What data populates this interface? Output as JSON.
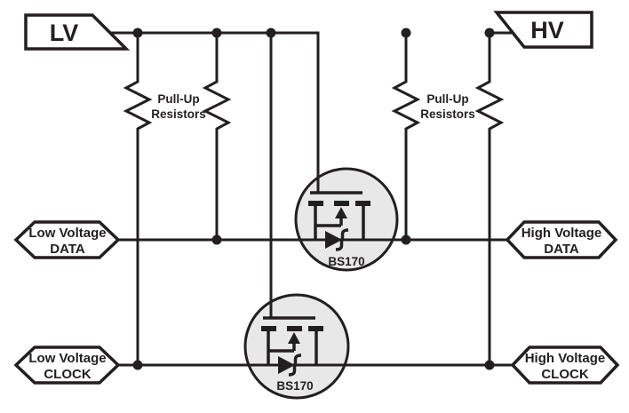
{
  "diagram": {
    "rails": {
      "lv": "LV",
      "hv": "HV"
    },
    "pull_up_label": {
      "line1": "Pull-Up",
      "line2": "Resistors"
    },
    "mosfet_top": {
      "part": "BS170"
    },
    "mosfet_bottom": {
      "part": "BS170"
    },
    "ports": {
      "lv_data": {
        "line1": "Low Voltage",
        "line2": "DATA"
      },
      "lv_clock": {
        "line1": "Low Voltage",
        "line2": "CLOCK"
      },
      "hv_data": {
        "line1": "High Voltage",
        "line2": "DATA"
      },
      "hv_clock": {
        "line1": "High Voltage",
        "line2": "CLOCK"
      }
    },
    "colors": {
      "wire": "#231f20",
      "signal_red": "#e21b23",
      "mosfet_fill": "#e8e8e8",
      "background": "#ffffff"
    }
  }
}
